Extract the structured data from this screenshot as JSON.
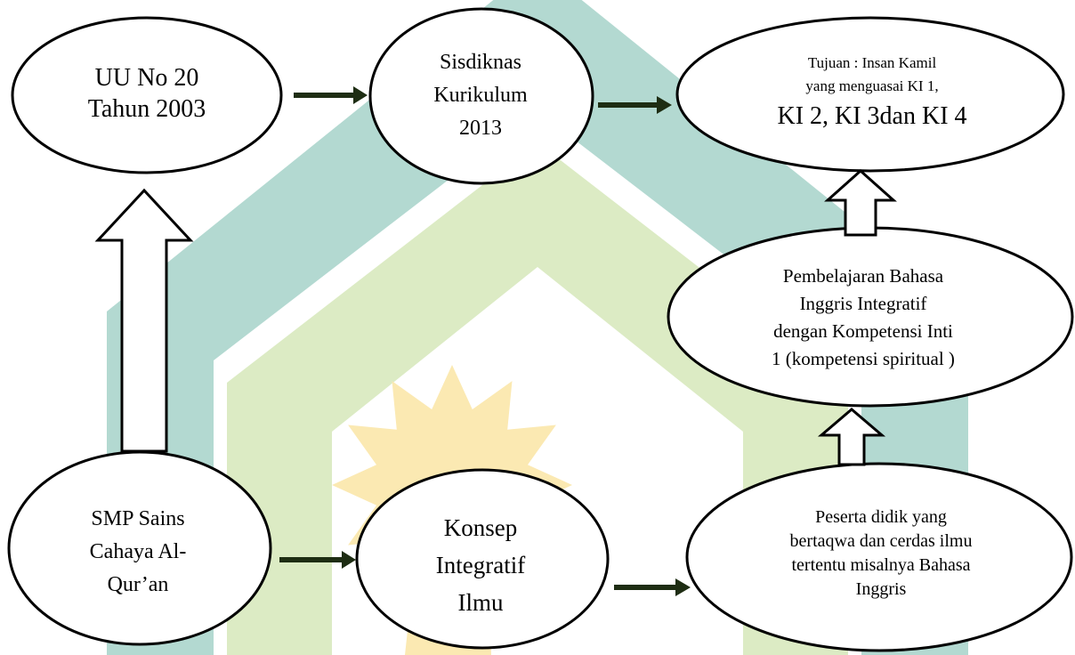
{
  "colors": {
    "teal": "#b3d9d1",
    "light_green": "#dcebc4",
    "yellow": "#fbe9b2",
    "outline": "#000000",
    "arrow": "#1e2d13"
  },
  "watermark": {
    "icon": "star-emblem-icon"
  },
  "nodes": {
    "uu": {
      "line1": "UU No 20",
      "line2": "Tahun 2003"
    },
    "sisdiknas": {
      "line1": "Sisdiknas",
      "line2": "Kurikulum",
      "line3": "2013"
    },
    "tujuan": {
      "line1": "Tujuan : Insan Kamil",
      "line2": "yang menguasai KI 1,",
      "line3": "KI 2, KI 3dan KI 4"
    },
    "pembelajaran": {
      "line1": "Pembelajaran Bahasa",
      "line2": "Inggris  Integratif",
      "line3": "dengan Kompetensi Inti",
      "line4": "1 (kompetensi spiritual )"
    },
    "smp": {
      "line1": "SMP Sains",
      "line2": "Cahaya Al-",
      "line3": "Qur’an"
    },
    "konsep": {
      "line1": "Konsep",
      "line2": "Integratif",
      "line3": "Ilmu"
    },
    "peserta": {
      "line1": "Peserta didik yang",
      "line2": "bertaqwa dan cerdas ilmu",
      "line3": "tertentu misalnya Bahasa",
      "line4": "Inggris"
    }
  }
}
